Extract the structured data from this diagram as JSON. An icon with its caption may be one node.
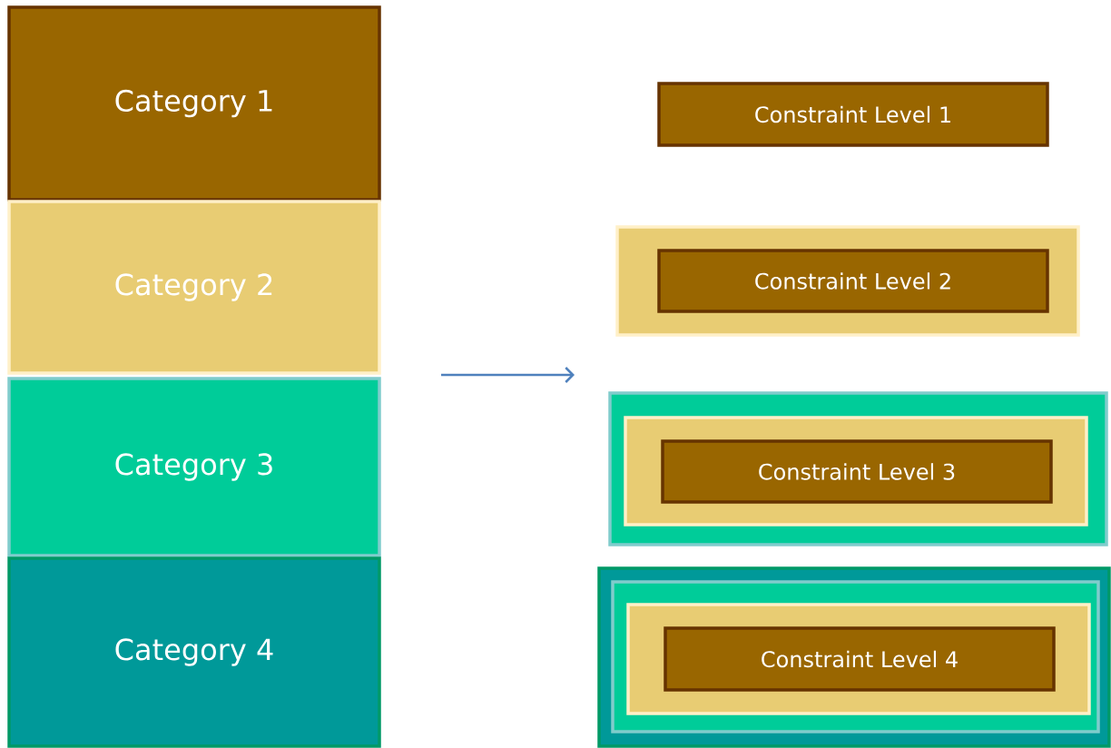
{
  "diagram": {
    "nodes": [
      {
        "text": [
          "Category 1"
        ]
      },
      {
        "text": [
          "Category 2"
        ]
      },
      {
        "text": [
          "Category 3"
        ]
      },
      {
        "text": [
          "Category 4"
        ]
      },
      {
        "text": [
          "Constraint Level 1"
        ]
      },
      {
        "text": [],
        "shape": "box"
      },
      {
        "text": [
          "Constraint Level 2"
        ],
        "in": 5
      },
      {
        "text": [],
        "shape": "box"
      },
      {
        "text": [],
        "shape": "box",
        "in": 7
      },
      {
        "text": [
          "Constraint Level 3"
        ],
        "in": 8
      },
      {
        "text": [],
        "shape": "box"
      },
      {
        "text": [],
        "shape": "box",
        "in": 10
      },
      {
        "text": [],
        "shape": "box",
        "in": 11
      },
      {
        "text": [
          "Constraint Level 4"
        ],
        "in": 12
      }
    ]
  }
}
